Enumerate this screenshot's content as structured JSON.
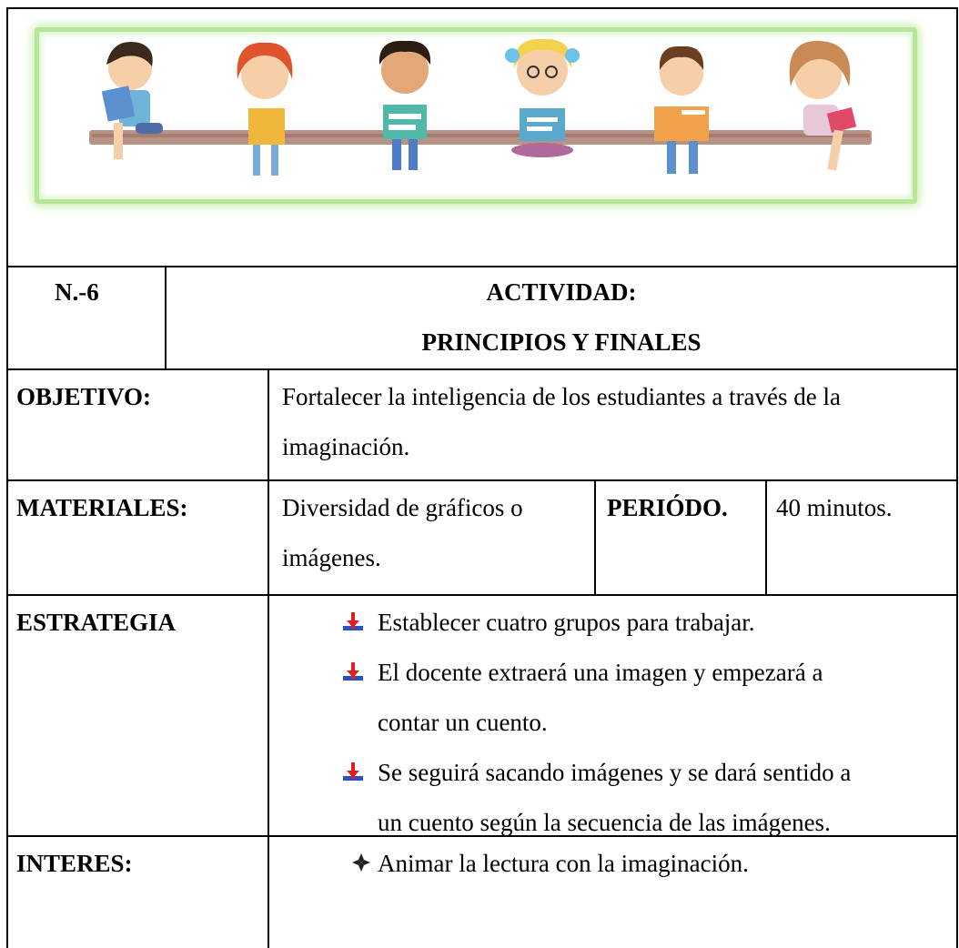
{
  "banner": {
    "image_icon": "children-reading-books-illustration"
  },
  "header": {
    "number": "N.-6",
    "activity_label": "ACTIVIDAD:",
    "activity_title": "PRINCIPIOS Y FINALES"
  },
  "objetivo": {
    "label": "OBJETIVO:",
    "text_line1": "Fortalecer la inteligencia de los estudiantes a través de la",
    "text_line2": "imaginación."
  },
  "materiales": {
    "label": "MATERIALES:",
    "text_line1": "Diversidad de gráficos o",
    "text_line2": "imágenes.",
    "periodo_label": "PERIÓDO.",
    "periodo_value": "40 minutos."
  },
  "estrategia": {
    "label": "ESTRATEGIA",
    "bullet_icon": "cross-arrow-bullet-icon",
    "items": [
      {
        "lines": [
          "Establecer  cuatro grupos para trabajar."
        ]
      },
      {
        "lines": [
          "El docente extraerá una imagen y empezará a",
          "contar un cuento."
        ]
      },
      {
        "lines": [
          "Se seguirá sacando imágenes y se dará sentido a",
          "un cuento según la secuencia de las imágenes."
        ]
      }
    ]
  },
  "interes": {
    "label": "INTERES:",
    "bullet_icon": "diamond-bullet-icon",
    "items": [
      "Animar la lectura con la imaginación."
    ]
  },
  "colors": {
    "border": "#000000",
    "banner_glow": "#b7e59a",
    "bullet_blue": "#2b4fc4",
    "bullet_red": "#e02020"
  }
}
